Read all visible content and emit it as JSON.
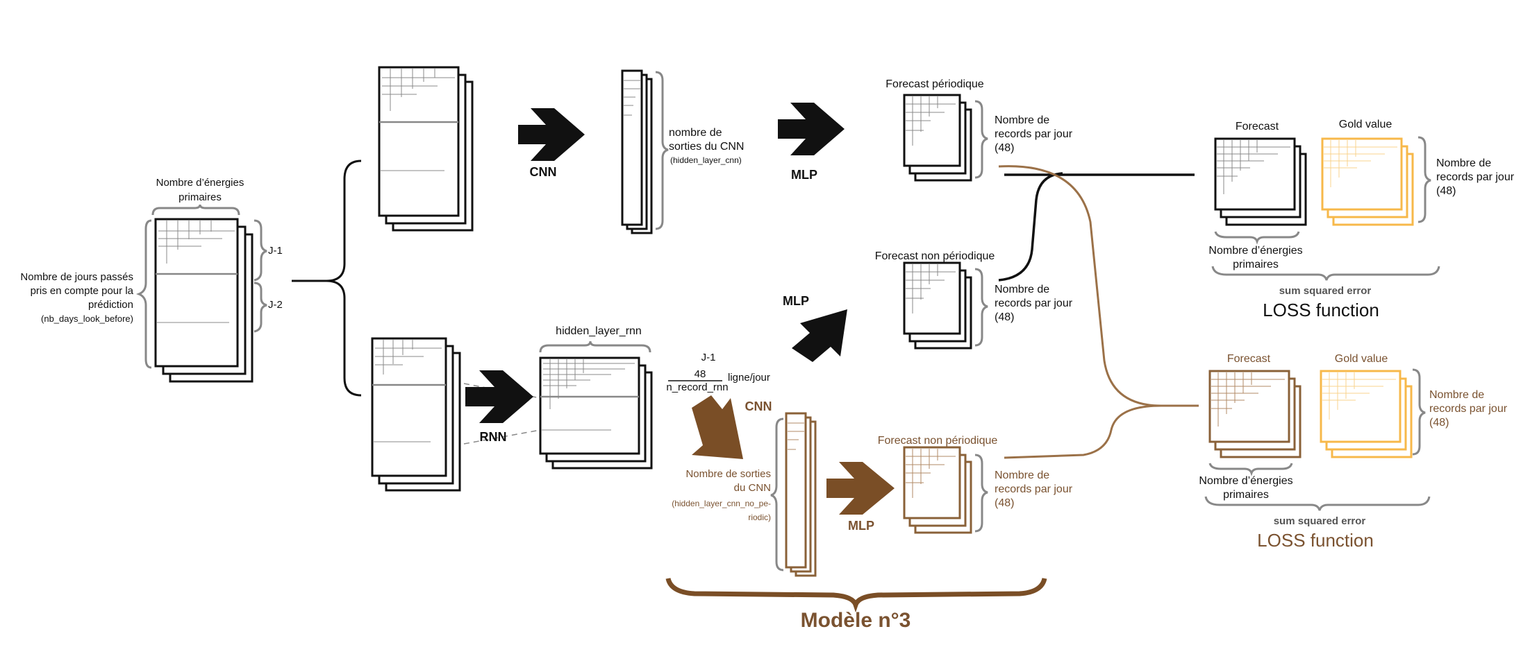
{
  "colors": {
    "black": "#111111",
    "grey": "#888888",
    "brown": "#7a5230",
    "brown_line": "#9b7148",
    "gold": "#f7b84a",
    "brown_box": "#8a6138"
  },
  "input": {
    "energies_label_1": "Nombre d’énergies",
    "energies_label_2": "primaires",
    "days_label_1": "Nombre de jours passés",
    "days_label_2": "pris en compte pour la",
    "days_label_3": "prédiction",
    "days_label_4": "(nb_days_look_before)",
    "j1": "J-1",
    "j2": "J-2"
  },
  "cnn_branch": {
    "arrow_label": "CNN",
    "outputs_1": "nombre de",
    "outputs_2": "sorties du CNN",
    "outputs_3": "(hidden_layer_cnn)",
    "mlp_label": "MLP",
    "forecast_title": "Forecast périodique",
    "records_1": "Nombre de",
    "records_2": "records par jour",
    "records_3": "(48)"
  },
  "rnn_branch": {
    "arrow_label": "RNN",
    "hidden_label": "hidden_layer_rnn",
    "j1": "J-1",
    "n48": "48",
    "n_record": "n_record_rnn",
    "ligne": "ligne/jour",
    "mlp_label": "MLP",
    "forecast_title": "Forecast  non périodique",
    "records_1": "Nombre de",
    "records_2": "records par jour",
    "records_3": "(48)"
  },
  "model3": {
    "cnn_label": "CNN",
    "outputs_1": "Nombre de sorties",
    "outputs_2": "du CNN",
    "outputs_3": "(hidden_layer_cnn_no_pe-",
    "outputs_4": "riodic)",
    "mlp_label": "MLP",
    "forecast_title": "Forecast  non périodique",
    "records_1": "Nombre de",
    "records_2": "records par jour",
    "records_3": "(48)",
    "title": "Modèle n°3"
  },
  "loss_top": {
    "forecast": "Forecast",
    "gold": "Gold value",
    "records_1": "Nombre de",
    "records_2": "records par jour",
    "records_3": "(48)",
    "energies_1": "Nombre d’énergies",
    "energies_2": "primaires",
    "sse": "sum squared error",
    "loss": "LOSS function"
  },
  "loss_bottom": {
    "forecast": "Forecast",
    "gold": "Gold value",
    "records_1": "Nombre de",
    "records_2": "records par jour",
    "records_3": "(48)",
    "energies_1": "Nombre d’énergies",
    "energies_2": "primaires",
    "sse": "sum squared error",
    "loss": "LOSS function"
  }
}
